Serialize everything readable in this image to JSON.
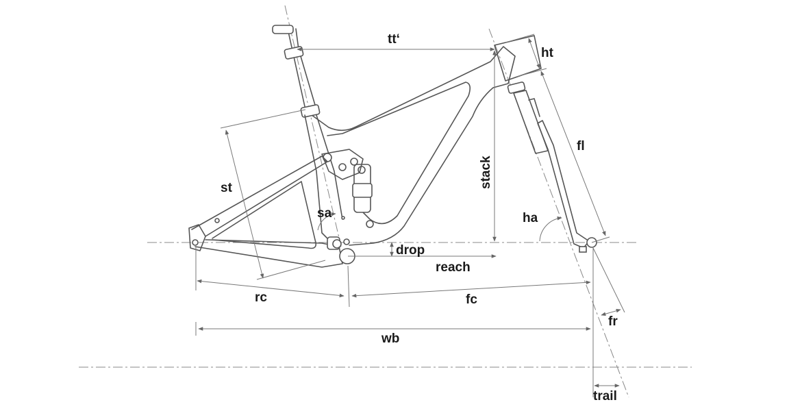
{
  "labels": {
    "tt": "tt‘",
    "ht": "ht",
    "stack": "stack",
    "fl": "fl",
    "st": "st",
    "sa": "sa",
    "ha": "ha",
    "drop": "drop",
    "reach": "reach",
    "rc": "rc",
    "fc": "fc",
    "fr": "fr",
    "wb": "wb",
    "trail": "trail"
  },
  "colors": {
    "frame": "#555555",
    "dimension": "#777777",
    "text": "#1a1a1a"
  }
}
